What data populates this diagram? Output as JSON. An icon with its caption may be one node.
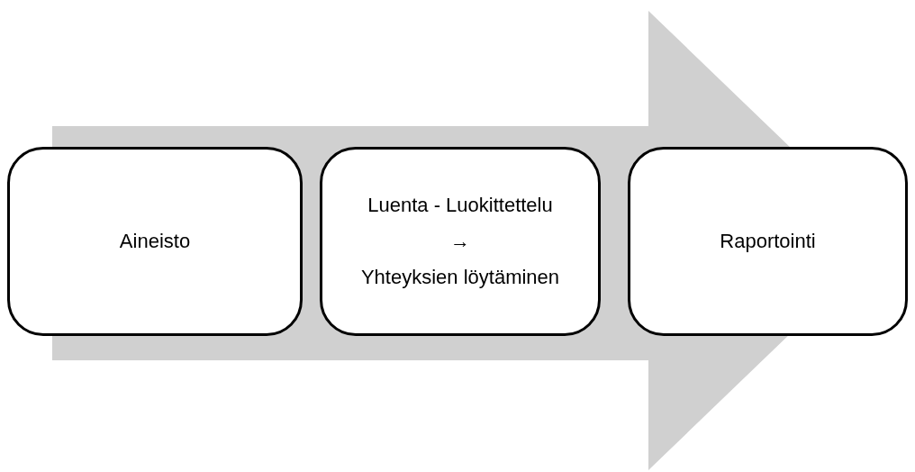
{
  "diagram": {
    "nodes": [
      {
        "text": [
          "Aineisto"
        ]
      },
      {
        "text": [
          "Luenta - Luokittettelu",
          "→",
          "Yhteyksien löytäminen"
        ]
      },
      {
        "text": [
          "Raportointi"
        ]
      }
    ],
    "edges": [
      {
        "from": 0,
        "to": 2,
        "arrow": "to"
      }
    ]
  }
}
